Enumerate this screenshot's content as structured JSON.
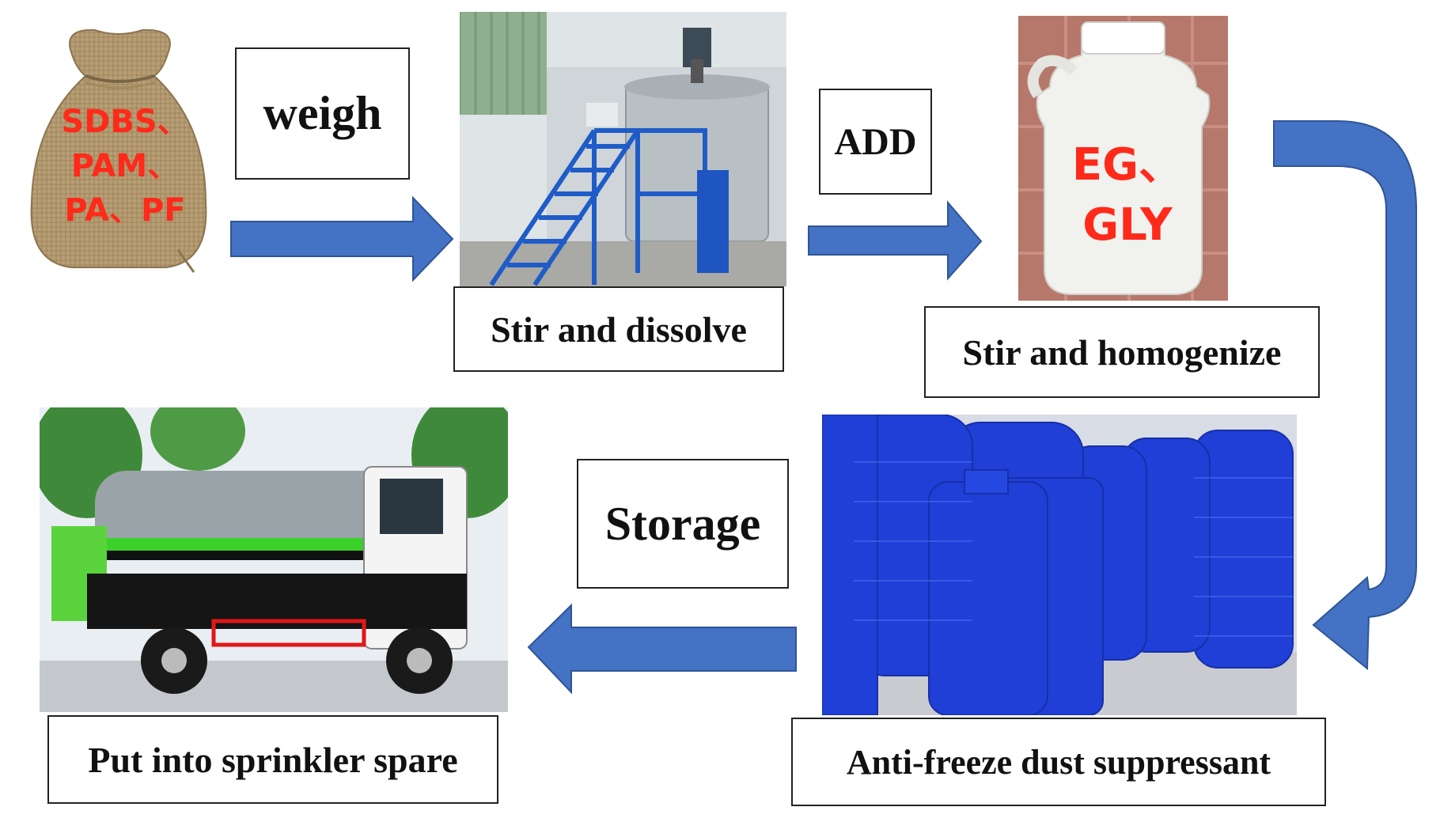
{
  "steps": {
    "weigh": "weigh",
    "stir_dissolve": "Stir and dissolve",
    "add": "ADD",
    "stir_homogenize": "Stir and homogenize",
    "anti_freeze": "Anti-freeze dust suppressant",
    "storage": "Storage",
    "sprinkler": "Put into sprinkler spare"
  },
  "bag": {
    "line1": "SDBS、",
    "line2": "PAM、",
    "line3": "PA、PF"
  },
  "jug": {
    "line1": "EG、",
    "line2": "GLY"
  },
  "colors": {
    "arrow_fill": "#4472c4",
    "arrow_stroke": "#2f5597",
    "overlay_text": "#ff2a1a",
    "tank_blue": "#1f3fd6"
  },
  "icons": [
    "burlap-bag-icon",
    "mixing-tank-icon",
    "plastic-jug-icon",
    "storage-tanks-icon",
    "sprinkler-truck-icon"
  ]
}
